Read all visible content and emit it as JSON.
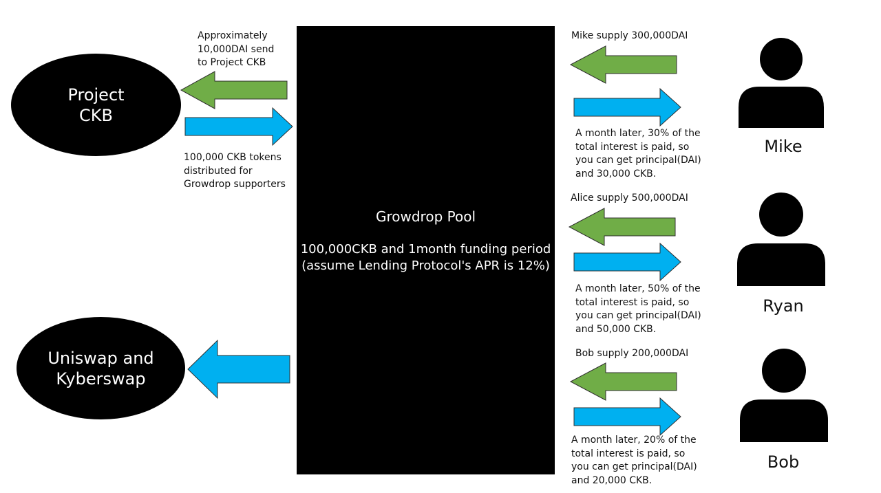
{
  "colors": {
    "green": "#70AD47",
    "blue": "#00B0F0",
    "black": "#000000"
  },
  "pool": {
    "title": "Growdrop Pool",
    "subtitle": "100,000CKB and 1month funding period\n(assume Lending Protocol's APR is 12%)"
  },
  "project": {
    "name": "Project\nCKB",
    "dai_note": "Approximately\n10,000DAI send\nto Project CKB",
    "token_note": "100,000 CKB tokens\ndistributed for\nGrowdrop supporters"
  },
  "exchange": {
    "name": "Uniswap and\nKyberswap"
  },
  "users": [
    {
      "name": "Mike",
      "supply": "Mike supply 300,000DAI",
      "payout": "A month later, 30% of the\ntotal interest is paid, so\nyou can get principal(DAI)\nand 30,000 CKB."
    },
    {
      "name": "Ryan",
      "supply": "Alice supply 500,000DAI",
      "payout": "A month later, 50% of the\ntotal interest is paid, so\nyou can get principal(DAI)\nand 50,000 CKB."
    },
    {
      "name": "Bob",
      "supply": "Bob supply 200,000DAI",
      "payout": "A month later, 20% of the\ntotal interest is paid, so\nyou can get principal(DAI)\nand 20,000 CKB."
    }
  ]
}
